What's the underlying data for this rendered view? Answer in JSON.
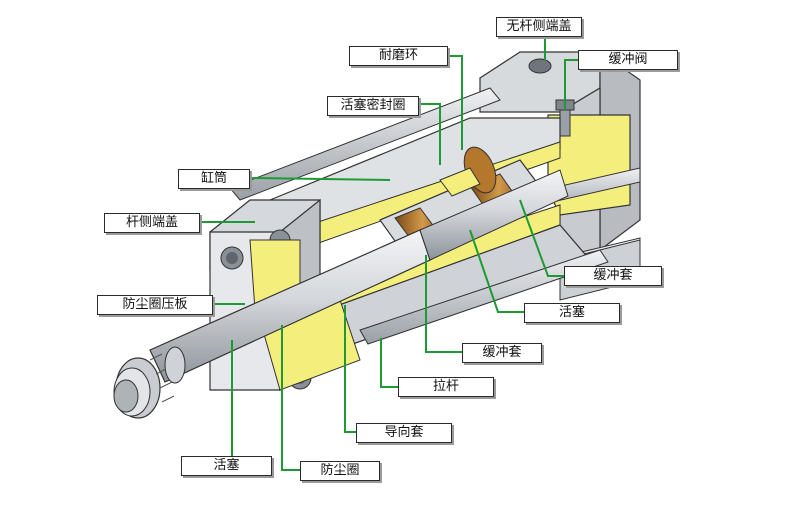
{
  "labels": {
    "rodless_end_cap": "无杆侧端盖",
    "cushion_valve": "缓冲阀",
    "wear_ring": "耐磨环",
    "piston_seal": "活塞密封圈",
    "cylinder_barrel": "缸筒",
    "rod_end_cap": "杆侧端盖",
    "cushion_sleeve_right": "缓冲套",
    "dust_ring_plate": "防尘圈压板",
    "piston": "活塞",
    "cushion_sleeve_lower": "缓冲套",
    "tie_rod": "拉杆",
    "guide_sleeve": "导向套",
    "piston_rod": "活塞",
    "dust_ring": "防尘圈"
  },
  "colors": {
    "leader": "#1e9a34",
    "metal_light": "#e4e6e9",
    "metal_mid": "#c3c7cc",
    "metal_dark": "#8e949b",
    "section": "#f4ee7c",
    "copper": "#b5772c"
  }
}
